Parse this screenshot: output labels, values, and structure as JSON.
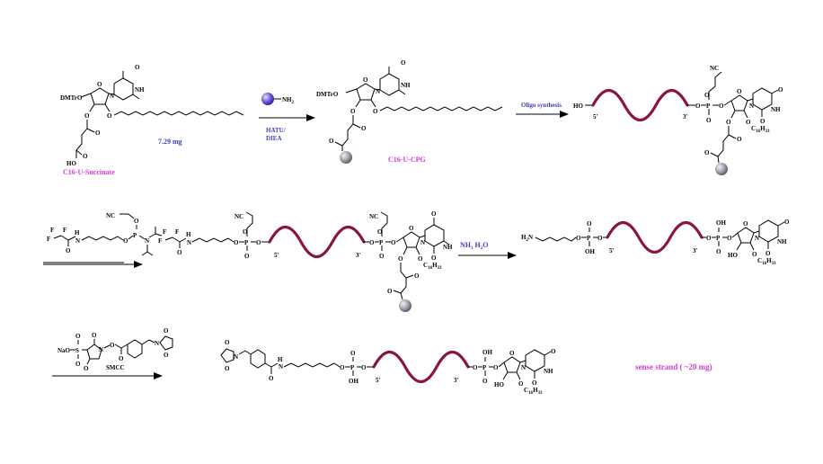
{
  "labels": {
    "dmtro_1": "DMTrO",
    "dmtro_2": "DMTrO",
    "ho": "HO",
    "o": "O",
    "oh": "OH",
    "nh": "NH",
    "n": "N",
    "p": "P",
    "h": "H",
    "f": "F",
    "cn": "NC",
    "c16": "C",
    "c16_sub": "16",
    "h33": "H",
    "h33_sub": "33",
    "five_prime": "5'",
    "three_prime": "3'",
    "nh2": "NH",
    "nh2_sub": "2",
    "h2n": "H",
    "h2n_sub": "2",
    "nao": "NaO",
    "s": "S"
  },
  "steps": {
    "mass": "7.29 mg",
    "c16_succinate": "C16-U-Succinate",
    "hatu": "HATU/",
    "diea": "DIEA",
    "c16_cpg": "C16-U-CPG",
    "oligo": "Oligo synthesis",
    "nh3": "NH",
    "nh3_sub": "3",
    "h2o": "H",
    "h2o_sub": "2",
    "h2o_o": "O",
    "smcc": "SMCC",
    "product": "sense strand ( ~20 mg)"
  },
  "colors": {
    "helix": "#8a1538",
    "magenta_label": "#d63bd6",
    "blue_label": "#4040c0",
    "bead": "#9a9aa8",
    "purple_bead": "#6a5adb"
  }
}
